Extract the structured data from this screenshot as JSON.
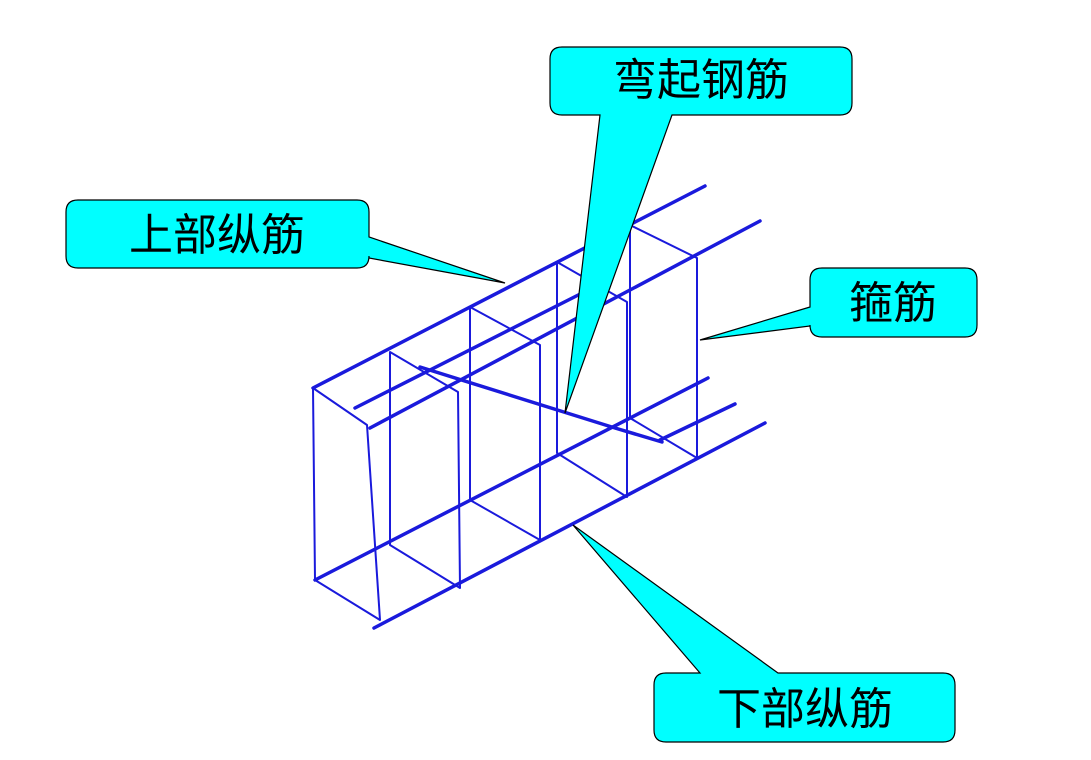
{
  "labels": {
    "bent_bar": "弯起钢筋",
    "top_longitudinal": "上部纵筋",
    "stirrup": "箍筋",
    "bottom_longitudinal": "下部纵筋"
  },
  "colors": {
    "rebar": "#1a1adc",
    "callout_fill": "#00ffff",
    "callout_stroke": "#000000",
    "background": "#ffffff"
  }
}
